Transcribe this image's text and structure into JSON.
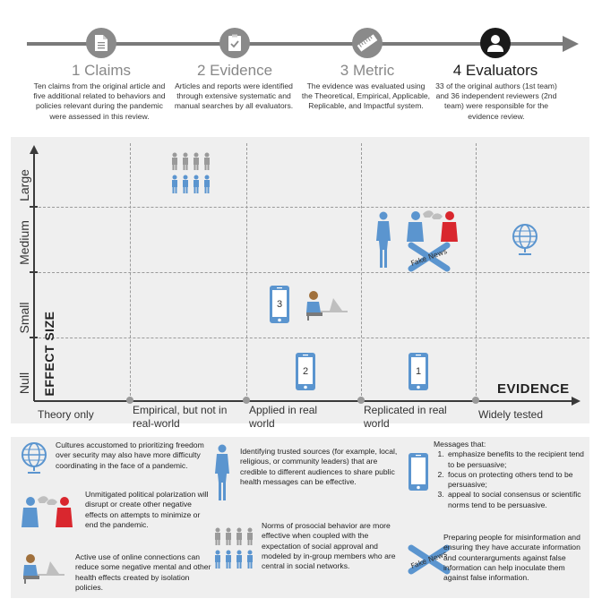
{
  "steps": [
    {
      "title": "1 Claims",
      "desc": "Ten claims from the original article and five additional related to behaviors and policies relevant during the pandemic were assessed in this review.",
      "icon": "document-icon"
    },
    {
      "title": "2 Evidence",
      "desc": "Articles and reports were identified through extensive systematic and manual searches by all evaluators.",
      "icon": "checklist-icon"
    },
    {
      "title": "3 Metric",
      "desc": "The evidence was evaluated using the Theoretical, Empirical, Applicable, Replicable, and Impactful system.",
      "icon": "ruler-icon"
    },
    {
      "title": "4 Evaluators",
      "desc": "33 of the original authors (1st team) and 36 independent reviewers (2nd team) were responsible for the evidence review.",
      "icon": "person-icon"
    }
  ],
  "chart": {
    "y_title": "EFFECT SIZE",
    "x_title": "EVIDENCE",
    "y_levels": [
      "Null",
      "Small",
      "Medium",
      "Large"
    ],
    "x_levels": [
      "Theory only",
      "Empirical, but not in real-world",
      "Applied in real world",
      "Replicated in real world",
      "Widely tested"
    ],
    "phone_numbers": {
      "one": "1",
      "two": "2",
      "three": "3"
    },
    "fake_news_label": "Fake News"
  },
  "legend": {
    "globe": "Cultures accustomed to prioritizing freedom over security may also have more difficulty coordinating in the face of a pandemic.",
    "polarization": "Unmitigated political polarization will disrupt or create other negative effects on attempts to minimize or end the pandemic.",
    "online": "Active use of online connections can reduce some negative mental and other health effects created by isolation policies.",
    "trusted": "Identifying trusted sources (for example, local, religious, or community leaders) that are credible to different audiences to share public health messages can be effective.",
    "norms": "Norms of prosocial behavior are more effective when coupled with the expectation of social approval and modeled by in-group members who are central in social networks.",
    "messages_intro": "Messages that:",
    "messages_items": [
      "emphasize benefits to the recipient tend to be persuasive;",
      "focus on protecting others tend to be persuasive;",
      "appeal to social consensus or scientific norms tend to be persuasive."
    ],
    "misinfo": "Preparing people for misinformation and ensuring they have accurate information and counterarguments against false information can help inoculate them against false information."
  },
  "colors": {
    "blue": "#5b95cf",
    "red": "#d9272e",
    "grey": "#8a8a8a",
    "dark": "#1a1a1a"
  }
}
